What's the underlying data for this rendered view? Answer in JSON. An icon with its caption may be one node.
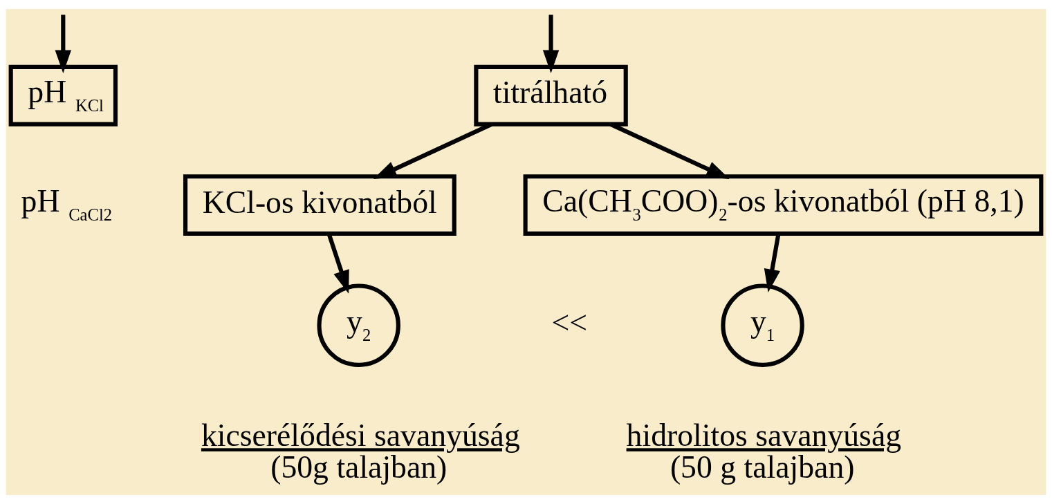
{
  "diagram": {
    "nodes": [
      {
        "text": [
          "pH $_{KCl}$"
        ],
        "beside": [
          "pH $_{CaCl}$$_{2}$"
        ]
      },
      {
        "text": [
          "titrálható"
        ]
      },
      {
        "text": [
          "KCl-os kivonatból"
        ]
      },
      {
        "text": [
          "Ca(CH$_{3}$COO)$_{2}$-os kivonatból (pH 8,1)"
        ]
      },
      {
        "text": [
          "y$_{2}$"
        ],
        "beside": [
          "kicserélődési savanyúság",
          "(50g talajban)"
        ]
      },
      {
        "text": [
          "y$_{1}$"
        ],
        "beside": [
          "hidrolitos savanyúság",
          "(50 g talajban)"
        ]
      }
    ],
    "edges": [
      {
        "from": null,
        "to": 0,
        "arrow": "to"
      },
      {
        "from": null,
        "to": 1,
        "arrow": "to"
      },
      {
        "from": 1,
        "to": 2,
        "arrow": "to"
      },
      {
        "from": 1,
        "to": 3,
        "arrow": "to"
      },
      {
        "from": 2,
        "to": 4,
        "arrow": "to"
      },
      {
        "from": 3,
        "to": 5,
        "arrow": "to"
      }
    ],
    "labels": [
      "<<"
    ]
  }
}
